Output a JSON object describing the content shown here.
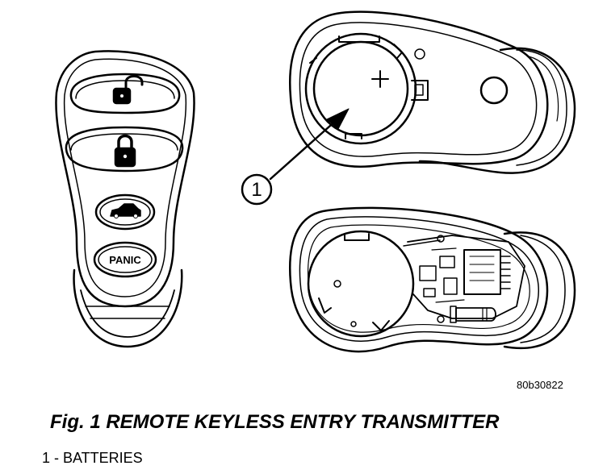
{
  "diagram": {
    "callout_number": "1",
    "panic_label": "PANIC",
    "figure_code": "80b30822",
    "caption": "Fig. 1 REMOTE KEYLESS ENTRY TRANSMITTER",
    "legend": [
      {
        "text": "1 - BATTERIES"
      }
    ],
    "icons": [
      "unlock-icon",
      "lock-icon",
      "trunk-car-icon"
    ],
    "colors": {
      "ink": "#000000",
      "paper": "#ffffff"
    }
  }
}
